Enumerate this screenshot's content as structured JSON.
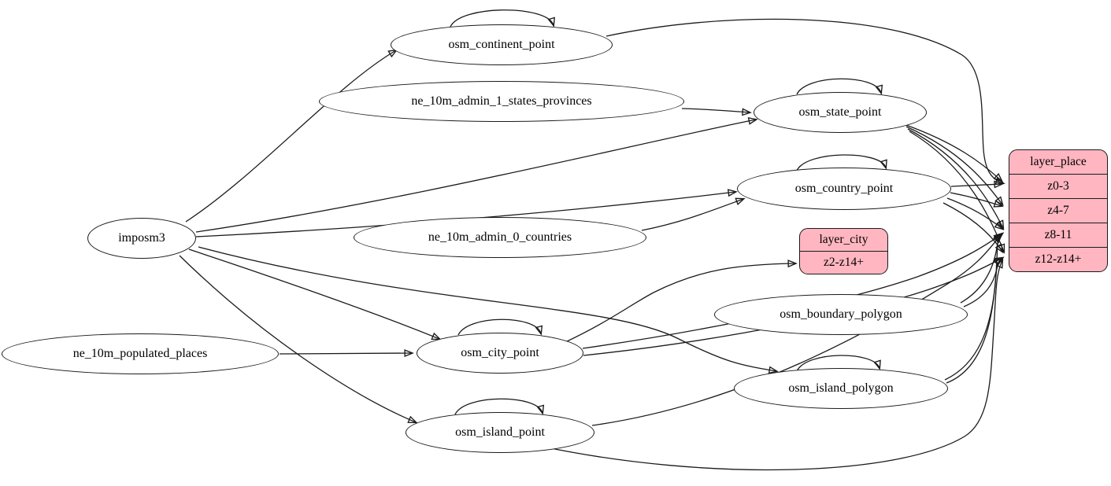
{
  "diagram": {
    "type": "directed-graph",
    "description": "imposm3 / natural earth data flow into place and city tile layers",
    "colors": {
      "record_fill": "#ffb6c1",
      "node_fill": "#ffffff",
      "stroke": "#1a1a1a",
      "background": "#ffffff"
    },
    "nodes": {
      "imposm3": {
        "label": "imposm3"
      },
      "osm_continent_point": {
        "label": "osm_continent_point"
      },
      "ne_10m_admin_1_states_provinces": {
        "label": "ne_10m_admin_1_states_provinces"
      },
      "osm_state_point": {
        "label": "osm_state_point"
      },
      "osm_country_point": {
        "label": "osm_country_point"
      },
      "ne_10m_admin_0_countries": {
        "label": "ne_10m_admin_0_countries"
      },
      "osm_boundary_polygon": {
        "label": "osm_boundary_polygon"
      },
      "ne_10m_populated_places": {
        "label": "ne_10m_populated_places"
      },
      "osm_city_point": {
        "label": "osm_city_point"
      },
      "osm_island_polygon": {
        "label": "osm_island_polygon"
      },
      "osm_island_point": {
        "label": "osm_island_point"
      }
    },
    "records": {
      "layer_city": {
        "title": "layer_city",
        "rows": [
          "z2-z14+"
        ]
      },
      "layer_place": {
        "title": "layer_place",
        "rows": [
          "z0-3",
          "z4-7",
          "z8-11",
          "z12-z14+"
        ]
      }
    },
    "edges": [
      {
        "from": "imposm3",
        "to": "osm_continent_point"
      },
      {
        "from": "imposm3",
        "to": "osm_state_point"
      },
      {
        "from": "imposm3",
        "to": "osm_country_point"
      },
      {
        "from": "imposm3",
        "to": "osm_city_point"
      },
      {
        "from": "imposm3",
        "to": "osm_island_point"
      },
      {
        "from": "imposm3",
        "to": "osm_island_polygon"
      },
      {
        "from": "ne_10m_admin_1_states_provinces",
        "to": "osm_state_point"
      },
      {
        "from": "ne_10m_admin_0_countries",
        "to": "osm_country_point"
      },
      {
        "from": "ne_10m_populated_places",
        "to": "osm_city_point"
      },
      {
        "from": "osm_continent_point",
        "to": "osm_continent_point"
      },
      {
        "from": "osm_state_point",
        "to": "osm_state_point"
      },
      {
        "from": "osm_country_point",
        "to": "osm_country_point"
      },
      {
        "from": "osm_city_point",
        "to": "osm_city_point"
      },
      {
        "from": "osm_island_point",
        "to": "osm_island_point"
      },
      {
        "from": "osm_island_polygon",
        "to": "osm_island_polygon"
      },
      {
        "from": "osm_continent_point",
        "to": "layer_place:z0-3"
      },
      {
        "from": "osm_state_point",
        "to": "layer_place:z0-3"
      },
      {
        "from": "osm_state_point",
        "to": "layer_place:z4-7"
      },
      {
        "from": "osm_state_point",
        "to": "layer_place:z8-11"
      },
      {
        "from": "osm_state_point",
        "to": "layer_place:z12-z14+"
      },
      {
        "from": "osm_country_point",
        "to": "layer_place:z0-3"
      },
      {
        "from": "osm_country_point",
        "to": "layer_place:z4-7"
      },
      {
        "from": "osm_country_point",
        "to": "layer_place:z8-11"
      },
      {
        "from": "osm_country_point",
        "to": "layer_place:z12-z14+"
      },
      {
        "from": "osm_city_point",
        "to": "layer_city:z2-z14+"
      },
      {
        "from": "osm_city_point",
        "to": "layer_place:z8-11"
      },
      {
        "from": "osm_city_point",
        "to": "layer_place:z12-z14+"
      },
      {
        "from": "osm_boundary_polygon",
        "to": "layer_place:z8-11"
      },
      {
        "from": "osm_boundary_polygon",
        "to": "layer_place:z12-z14+"
      },
      {
        "from": "osm_island_polygon",
        "to": "layer_place:z8-11"
      },
      {
        "from": "osm_island_polygon",
        "to": "layer_place:z12-z14+"
      },
      {
        "from": "osm_island_point",
        "to": "layer_place:z8-11"
      },
      {
        "from": "osm_island_point",
        "to": "layer_place:z12-z14+"
      }
    ]
  }
}
